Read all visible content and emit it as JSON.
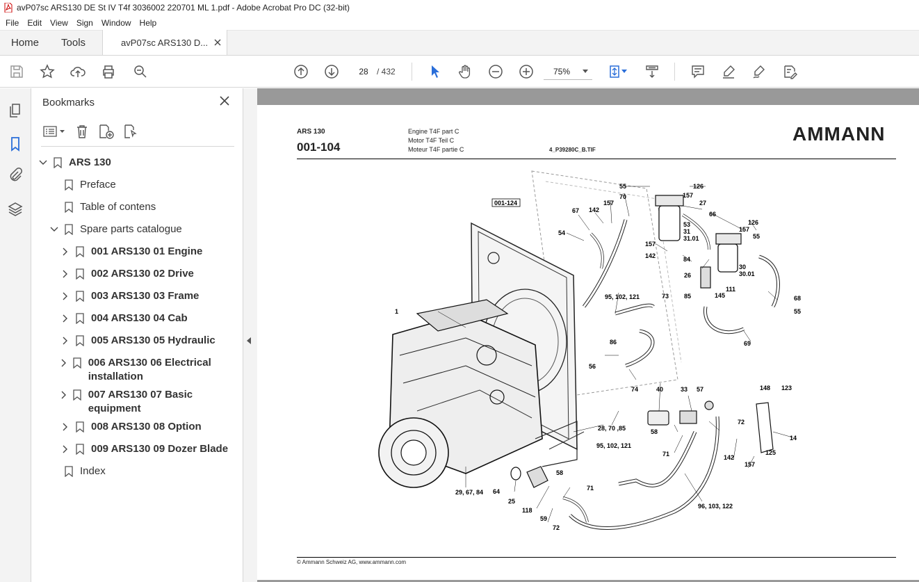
{
  "window": {
    "title": "avP07sc ARS130 DE St IV T4f 3036002 220701 ML 1.pdf - Adobe Acrobat Pro DC (32-bit)"
  },
  "menu": [
    "File",
    "Edit",
    "View",
    "Sign",
    "Window",
    "Help"
  ],
  "tabs": {
    "home": "Home",
    "tools": "Tools",
    "document": "avP07sc ARS130 D..."
  },
  "toolbar": {
    "page_current": "28",
    "page_total": "/ 432",
    "zoom": "75%"
  },
  "bookmarks": {
    "title": "Bookmarks",
    "items": [
      {
        "label": "ARS 130",
        "level": 0,
        "bold": true,
        "expanded": true
      },
      {
        "label": "Preface",
        "level": 1
      },
      {
        "label": "Table of contens",
        "level": 1
      },
      {
        "label": "Spare parts catalogue",
        "level": 1,
        "expanded": true
      },
      {
        "label": "001 ARS130 01 Engine",
        "level": 2,
        "bold": true
      },
      {
        "label": "002 ARS130 02 Drive",
        "level": 2,
        "bold": true
      },
      {
        "label": "003 ARS130 03 Frame",
        "level": 2,
        "bold": true
      },
      {
        "label": "004 ARS130 04 Cab",
        "level": 2,
        "bold": true
      },
      {
        "label": "005 ARS130 05 Hydraulic",
        "level": 2,
        "bold": true
      },
      {
        "label": "006 ARS130 06 Electrical installation",
        "level": 2,
        "bold": true
      },
      {
        "label": "007 ARS130 07 Basic equipment",
        "level": 2,
        "bold": true
      },
      {
        "label": "008 ARS130 08 Option",
        "level": 2,
        "bold": true
      },
      {
        "label": "009 ARS130 09 Dozer Blade",
        "level": 2,
        "bold": true
      },
      {
        "label": "Index",
        "level": 1
      }
    ]
  },
  "document_page": {
    "model": "ARS 130",
    "code": "001-104",
    "desc_en": "Engine T4F part C",
    "desc_de": "Motor T4F Teil C",
    "desc_fr": "Moteur T4F partie C",
    "file_ref": "4_P39280C_B.TIF",
    "logo": "AMMANN",
    "ref_box": "001-124",
    "footer": "© Ammann Schweiz AG, www.ammann.com",
    "callouts": [
      "55",
      "126",
      "70",
      "157",
      "27",
      "67",
      "142",
      "157",
      "53",
      "31",
      "31.01",
      "66",
      "126",
      "157",
      "54",
      "157",
      "55",
      "142",
      "84",
      "30",
      "30.01",
      "26",
      "111",
      "145",
      "85",
      "95, 102, 121",
      "73",
      "68",
      "55",
      "1",
      "86",
      "69",
      "56",
      "74",
      "40",
      "33",
      "57",
      "148",
      "123",
      "72",
      "58",
      "14",
      "28, 70 ,85",
      "95, 102, 121",
      "71",
      "142",
      "125",
      "157",
      "58",
      "64",
      "25",
      "29, 67, 84",
      "71",
      "118",
      "59",
      "96, 103, 122",
      "72"
    ]
  }
}
